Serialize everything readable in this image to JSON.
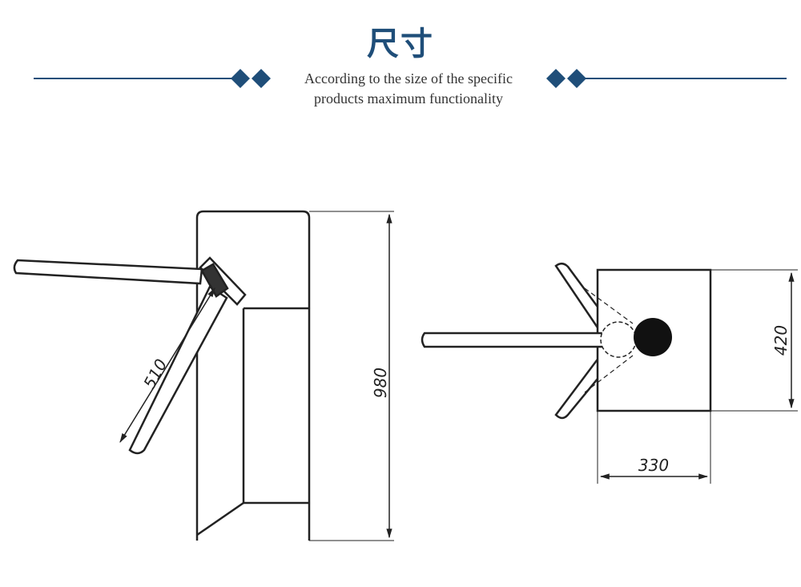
{
  "header": {
    "title": "尺寸",
    "subtitle_line1": "According to the size of the specific",
    "subtitle_line2": "products maximum functionality"
  },
  "dimensions": {
    "arm_length": "510",
    "height": "980",
    "depth": "420",
    "width": "330"
  },
  "colors": {
    "accent": "#1f4e79",
    "line": "#222222"
  }
}
